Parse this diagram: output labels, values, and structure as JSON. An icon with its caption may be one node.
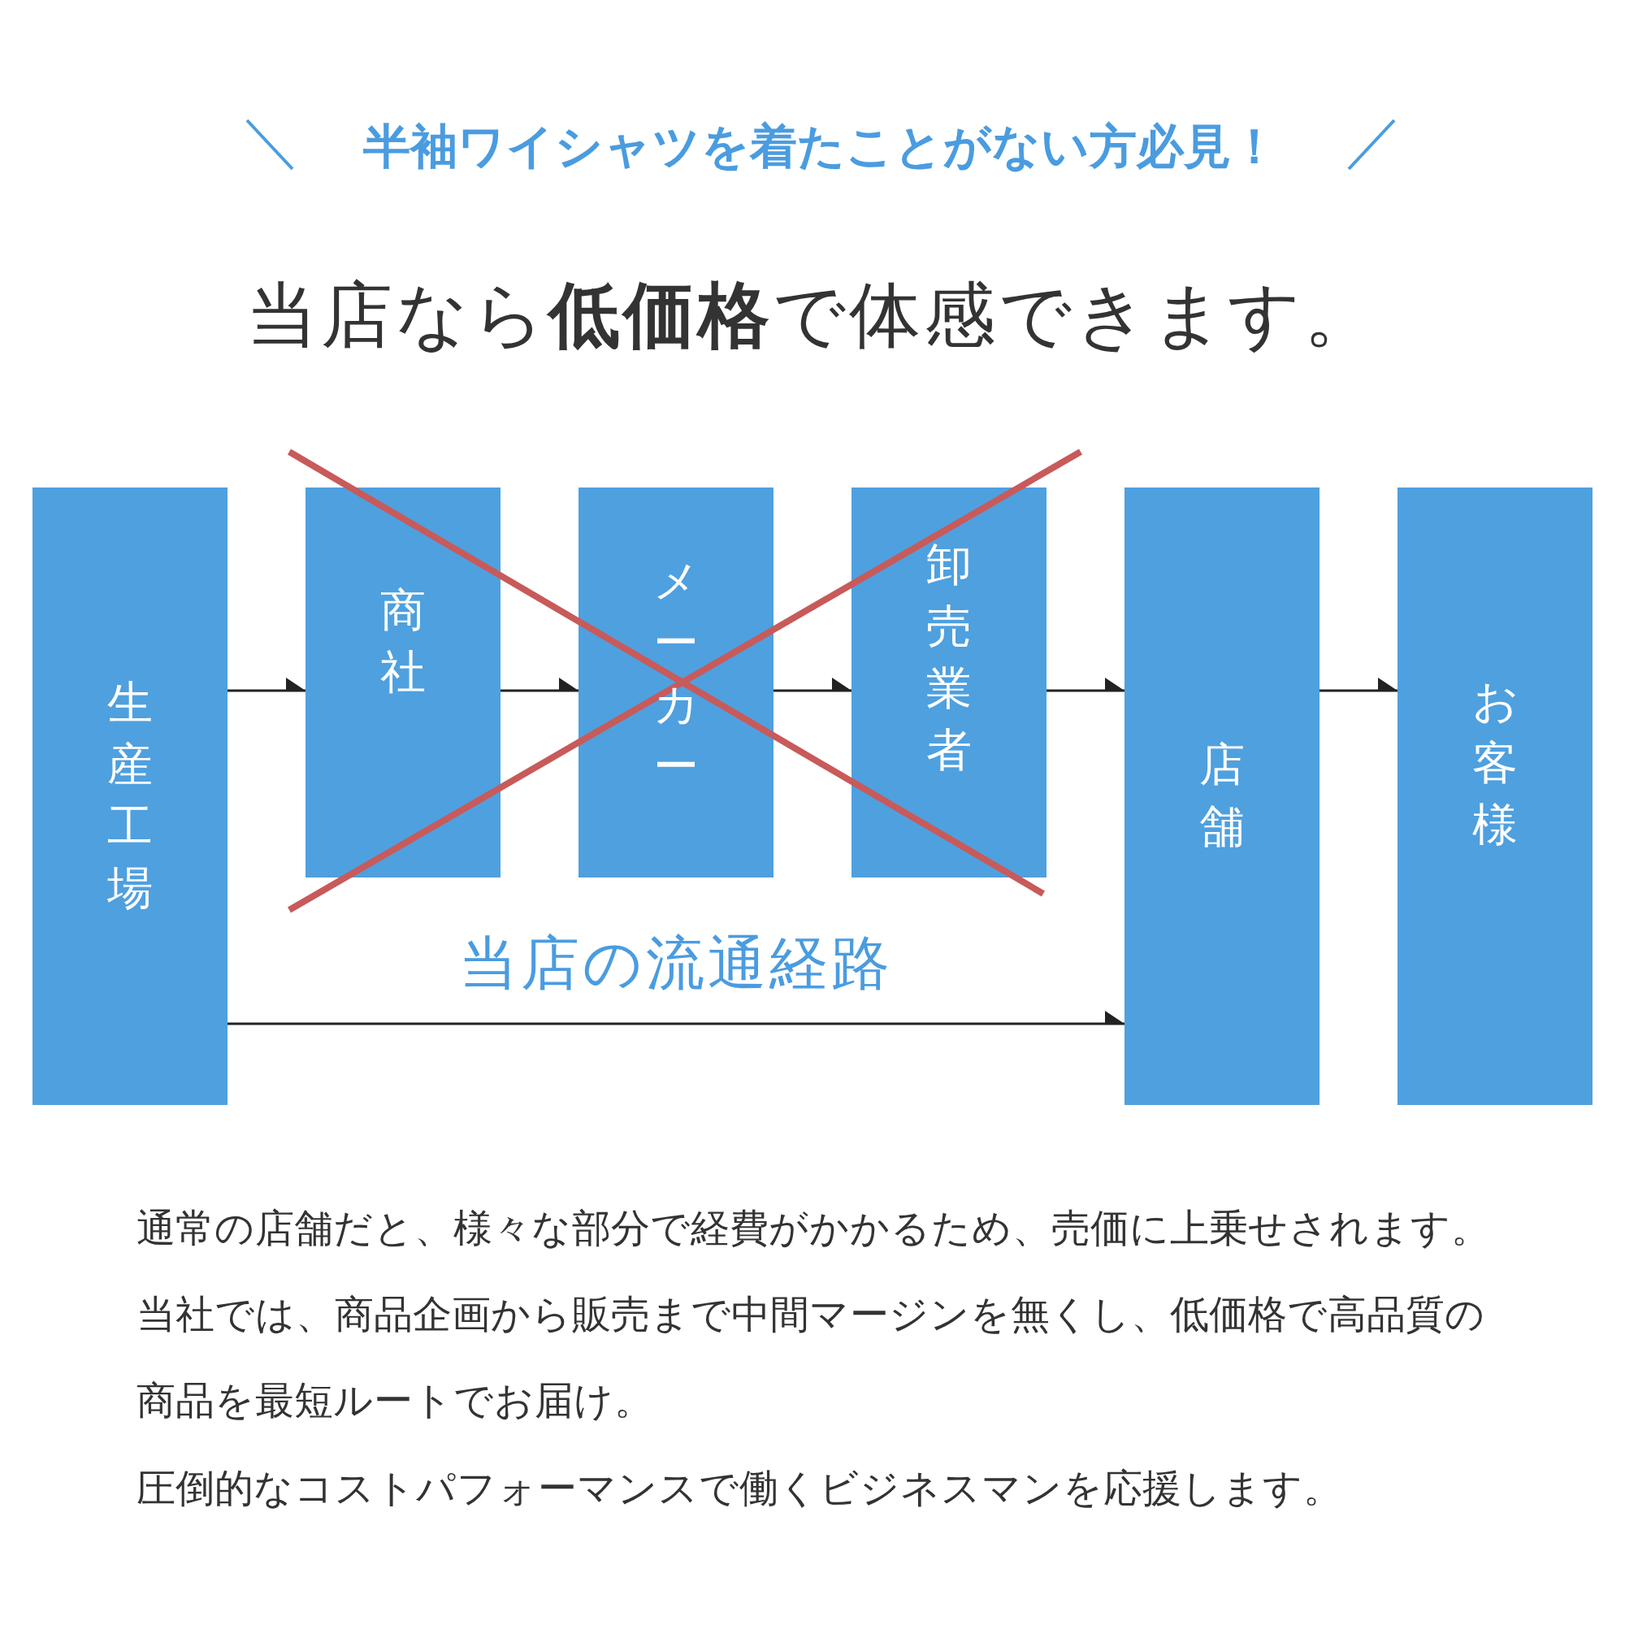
{
  "diagram": {
    "title": "当店なら**低価格**で体感できます。",
    "nodes": [
      {
        "text": [
          "生産工場"
        ]
      },
      {
        "text": [
          "商社"
        ]
      },
      {
        "text": [
          "メーカー"
        ]
      },
      {
        "text": [
          "卸売業者"
        ]
      },
      {
        "text": [
          "店舗"
        ]
      },
      {
        "text": [
          "お客様"
        ]
      }
    ],
    "edges": [
      {
        "from": 0,
        "to": 1,
        "arrow": "to"
      },
      {
        "from": 1,
        "to": 2,
        "arrow": "to"
      },
      {
        "from": 2,
        "to": 3,
        "arrow": "to"
      },
      {
        "from": 3,
        "to": 4,
        "arrow": "to"
      },
      {
        "from": 4,
        "to": 5,
        "arrow": "to"
      },
      {
        "from": 0,
        "to": 4,
        "arrow": "to",
        "label": "当店の流通経路"
      }
    ],
    "labels": [
      "半袖ワイシャツを着たことがない方必見！",
      "通常の店舗だと、様々な部分で経費がかかるため、売価に上乗せされます。当社では、商品企画から販売まで中間マージンを無くし、低価格で高品質の商品を最短ルートでお届け。",
      "圧倒的なコストパフォーマンスで働くビジネスマンを応援します。"
    ]
  }
}
